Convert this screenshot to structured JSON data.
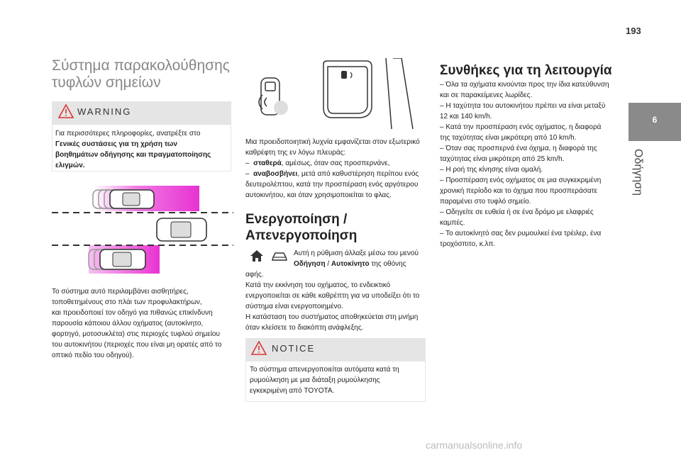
{
  "page_number": "193",
  "side_tab": {
    "number": "6",
    "label": "Οδήγηση"
  },
  "col1": {
    "title_line1": "Σύστημα παρακολούθησης",
    "title_line2": "τυφλών σημείων",
    "warning_title": "WARNING",
    "warning_lines": [
      {
        "t": "Για περισσότερες πληροφορίες, ανατρέξτε στο",
        "b": false
      },
      {
        "t": "Γενικές συστάσεις για τη χρήση των",
        "b": true
      },
      {
        "t": "βοηθημάτων οδήγησης και πραγματοποίησης",
        "b": true
      },
      {
        "t": "ελιγμών.",
        "b": true
      }
    ],
    "body_lines": [
      "Το σύστημα αυτό περιλαμβάνει αισθητήρες,",
      "τοποθετημένους στο πλάι των προφυλακτήρων,",
      "και προειδοποιεί τον οδηγό για πιθανώς επικίνδυνη",
      "παρουσία κάποιου άλλου οχήματος (αυτοκίνητο,",
      "φορτηγό, μοτοσυκλέτα) στις περιοχές τυφλού σημείου",
      "του αυτοκινήτου (περιοχές που είναι μη ορατές από το",
      "οπτικό πεδίο του οδηγού)."
    ]
  },
  "col2": {
    "intro_lines": [
      "Μια προειδοποιητική λυχνία εμφανίζεται στον εξωτερικό",
      "καθρέφτη της εν λόγω πλευράς:"
    ],
    "bullets": [
      {
        "bold": "σταθερά",
        "rest": ", αμέσως, όταν σας προσπερνάνε,"
      },
      {
        "bold": "αναβοσβήνει",
        "rest": ", μετά από καθυστέρηση περίπου ενός"
      }
    ],
    "bullet_cont_lines": [
      "δευτερολέπτου, κατά την προσπέραση ενός αργότερου",
      "αυτοκινήτου, και όταν χρησιμοποιείται το φλας."
    ],
    "h2_line1": "Ενεργοποίηση /",
    "h2_line2": "Απενεργοποίηση",
    "menu_line1": "Αυτή η ρύθμιση άλλαξε μέσω του μενού",
    "menu_bold1": "Οδήγηση",
    "menu_sep": " / ",
    "menu_bold2": "Αυτοκίνητο",
    "menu_rest": " της οθόνης",
    "after_lines": [
      "αφής.",
      "Κατά την εκκίνηση του οχήματος, το ενδεικτικό",
      "ενεργοποιείται σε κάθε καθρέπτη για να υποδείξει ότι το",
      "σύστημα είναι ενεργοποιημένο.",
      "Η κατάσταση του συστήματος αποθηκεύεται στη μνήμη",
      "όταν κλείσετε το διακόπτη ανάφλεξης."
    ],
    "notice_title": "NOTICE",
    "notice_lines": [
      "Το σύστημα απενεργοποιείται αυτόματα κατά τη",
      "ρυμούλκηση με μια διάταξη ρυμούλκησης",
      "εγκεκριμένη από TOYOTA."
    ]
  },
  "col3": {
    "title": "Συνθήκες για τη λειτουργία",
    "lines": [
      "–  Όλα τα οχήματα κινούνται προς την ίδια κατεύθυνση",
      "και σε παρακείμενες λωρίδες.",
      "–  Η ταχύτητα του αυτοκινήτου πρέπει να είναι μεταξύ",
      "12 και 140 km/h.",
      "–  Κατά την προσπέραση ενός οχήματος, η διαφορά",
      "της ταχύτητας είναι μικρότερη από 10 km/h.",
      "–  Όταν σας προσπερνά ένα όχημα, η διαφορά της",
      "ταχύτητας είναι μικρότερη από 25 km/h.",
      "–  Η ροή της κίνησης είναι ομαλή.",
      "–  Προσπέραση ενός οχήματος σε μια συγκεκριμένη",
      "χρονική περίοδο και το όχημα που προσπεράσατε",
      "παραμένει στο τυφλό σημείο.",
      "–  Οδηγείτε σε ευθεία ή σε ένα δρόμο με ελαφριές",
      "καμπές.",
      "–  Το αυτοκίνητό σας δεν ρυμουλκεί ένα τρέιλερ, ένα",
      "τροχόσπιτο, κ.λπ."
    ]
  },
  "footer": "carmanualsonline.info",
  "colors": {
    "magenta": "#e832d2",
    "grey_box": "#e5e5e5",
    "warn_red": "#d33"
  }
}
